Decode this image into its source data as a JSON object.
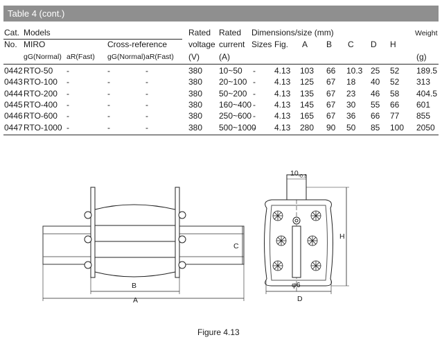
{
  "title": "Table 4 (cont.)",
  "headers": {
    "cat": "Cat.",
    "no": "No.",
    "models": "Models",
    "miro": "MIRO",
    "gg_normal": "gG(Normal)",
    "ar_fast": "aR(Fast)",
    "cross_reference": "Cross-reference",
    "xref_gg": "gG(Normal)",
    "xref_ar": "aR(Fast)",
    "rated1": "Rated",
    "voltage": "voltage",
    "voltage_unit": "(V)",
    "rated2": "Rated",
    "current": "current",
    "current_unit": "(A)",
    "dimensions": "Dimensions/size (mm)",
    "sizes": "Sizes",
    "fig": "Fig.",
    "a": "A",
    "b": "B",
    "c": "C",
    "d": "D",
    "h": "H",
    "weight": "Weight",
    "weight_unit": "(g)"
  },
  "rows": [
    {
      "cat": "0442",
      "gg": "RTO-50",
      "ar": "-",
      "xgg": "-",
      "xar": "-",
      "v": "380",
      "current": "10~50",
      "size": "-",
      "fig": "4.13",
      "a": "103",
      "b": "66",
      "c": "10.3",
      "d": "25",
      "h": "52",
      "weight": "189.5"
    },
    {
      "cat": "0443",
      "gg": "RTO-100",
      "ar": "-",
      "xgg": "-",
      "xar": "-",
      "v": "380",
      "current": "20~100",
      "size": "-",
      "fig": "4.13",
      "a": "125",
      "b": "67",
      "c": "18",
      "d": "40",
      "h": "52",
      "weight": "313"
    },
    {
      "cat": "0444",
      "gg": "RTO-200",
      "ar": "-",
      "xgg": "-",
      "xar": "-",
      "v": "380",
      "current": "50~200",
      "size": "-",
      "fig": "4.13",
      "a": "135",
      "b": "67",
      "c": "23",
      "d": "46",
      "h": "58",
      "weight": "404.5"
    },
    {
      "cat": "0445",
      "gg": "RTO-400",
      "ar": "-",
      "xgg": "-",
      "xar": "-",
      "v": "380",
      "current": "160~400",
      "size": "-",
      "fig": "4.13",
      "a": "145",
      "b": "67",
      "c": "30",
      "d": "55",
      "h": "66",
      "weight": "601"
    },
    {
      "cat": "0446",
      "gg": "RTO-600",
      "ar": "-",
      "xgg": "-",
      "xar": "-",
      "v": "380",
      "current": "250~600",
      "size": "-",
      "fig": "4.13",
      "a": "165",
      "b": "67",
      "c": "36",
      "d": "66",
      "h": "77",
      "weight": "855"
    },
    {
      "cat": "0447",
      "gg": "RTO-1000",
      "ar": "-",
      "xgg": "-",
      "xar": "-",
      "v": "380",
      "current": "500~1000",
      "size": "-",
      "fig": "4.13",
      "a": "280",
      "b": "90",
      "c": "50",
      "d": "85",
      "h": "100",
      "weight": "2050"
    }
  ],
  "drawing": {
    "label_a": "A",
    "label_b": "B",
    "label_c": "C",
    "label_d": "D",
    "label_h": "H",
    "tab_width": "10",
    "tab_tolerance": "-0.3",
    "hole": "φ6"
  },
  "caption": "Figure 4.13"
}
